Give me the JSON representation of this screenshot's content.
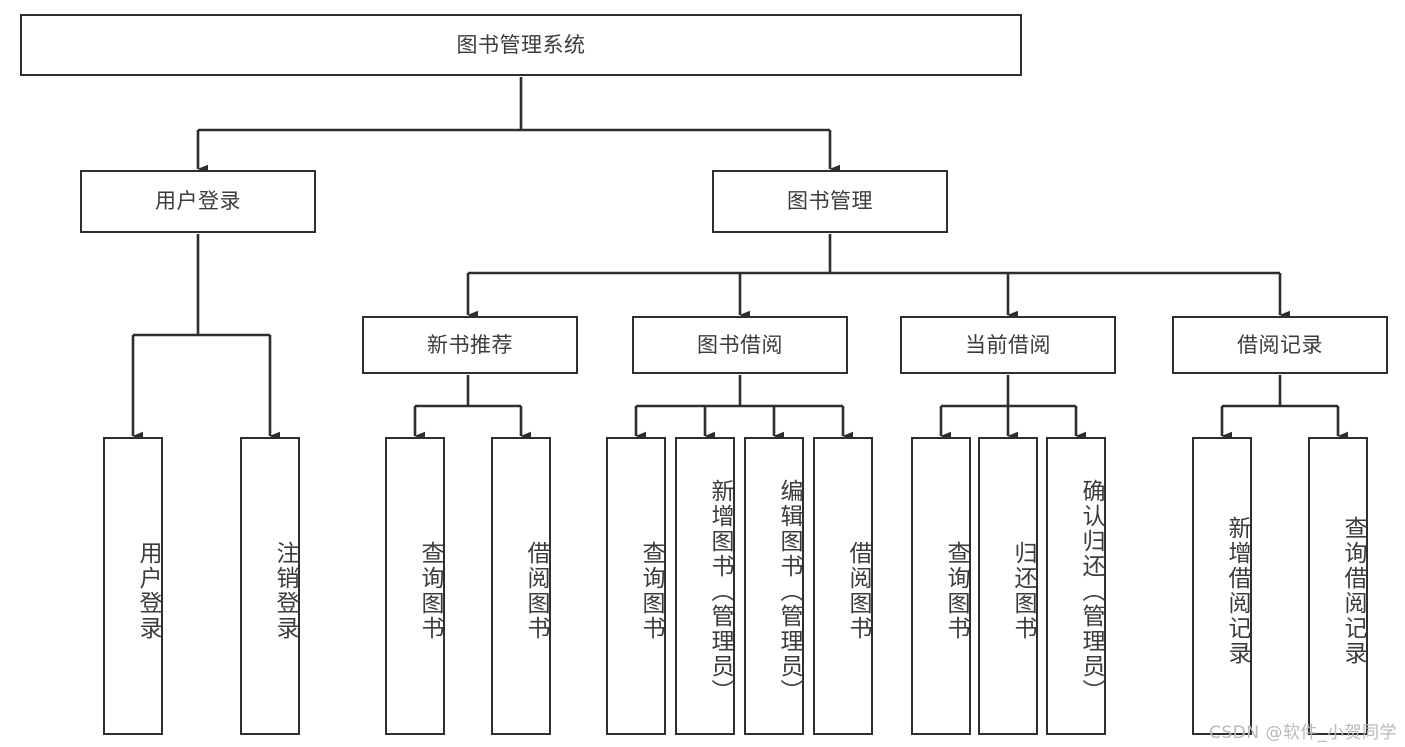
{
  "diagram": {
    "title": "图书管理系统",
    "type": "tree",
    "colors": {
      "box_border": "#2e2e2e",
      "box_fill": "#ffffff",
      "text": "#3c3c3c",
      "connector": "#2e2e2e",
      "background": "#ffffff",
      "watermark": "#b9b9b9"
    },
    "root": {
      "label": "图书管理系统"
    },
    "level2": [
      {
        "label": "用户登录"
      },
      {
        "label": "图书管理"
      }
    ],
    "level3": [
      {
        "label": "新书推荐"
      },
      {
        "label": "图书借阅"
      },
      {
        "label": "当前借阅"
      },
      {
        "label": "借阅记录"
      }
    ],
    "leaves": {
      "user_login": [
        {
          "label": "用户登录"
        },
        {
          "label": "注销登录"
        }
      ],
      "new_book_recommend": [
        {
          "label": "查询图书"
        },
        {
          "label": "借阅图书"
        }
      ],
      "book_borrow": [
        {
          "label": "查询图书"
        },
        {
          "label": "新增图书（管理员）"
        },
        {
          "label": "编辑图书（管理员）"
        },
        {
          "label": "借阅图书"
        }
      ],
      "current_borrow": [
        {
          "label": "查询图书"
        },
        {
          "label": "归还图书"
        },
        {
          "label": "确认归还（管理员）"
        }
      ],
      "borrow_record": [
        {
          "label": "新增借阅记录"
        },
        {
          "label": "查询借阅记录"
        }
      ]
    },
    "watermark": "CSDN @软件_小贺同学"
  }
}
